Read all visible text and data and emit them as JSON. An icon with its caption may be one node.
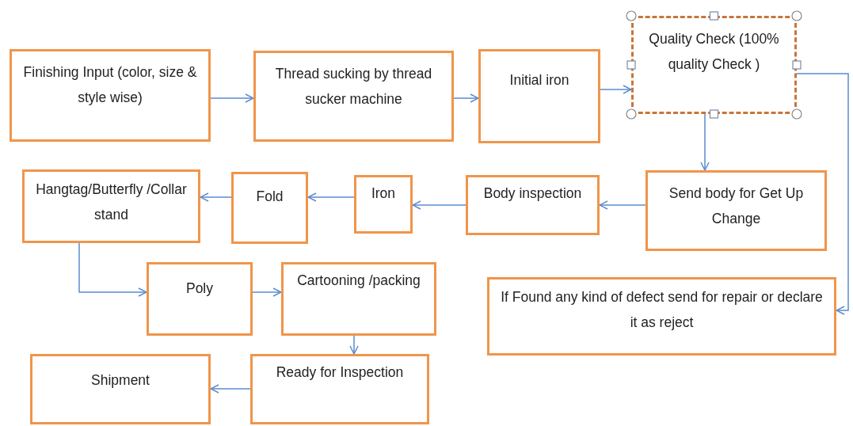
{
  "diagram": {
    "nodes": [
      {
        "text": [
          "Finishing  Input (color, size & style wise)"
        ]
      },
      {
        "text": [
          "Thread sucking by thread sucker machine"
        ]
      },
      {
        "text": [
          "Initial iron"
        ]
      },
      {
        "text": [
          "Quality Check (100% quality Check )"
        ]
      },
      {
        "text": [
          "Send body for Get Up Change"
        ]
      },
      {
        "text": [
          "Body inspection"
        ]
      },
      {
        "text": [
          "Iron"
        ]
      },
      {
        "text": [
          "Fold"
        ]
      },
      {
        "text": [
          "Hangtag/Butterfly /Collar stand"
        ]
      },
      {
        "text": [
          "Poly"
        ]
      },
      {
        "text": [
          "Cartooning /packing"
        ]
      },
      {
        "text": [
          "If Found  any kind of defect send for repair or declare it as reject"
        ]
      },
      {
        "text": [
          "Ready for Inspection"
        ]
      },
      {
        "text": [
          "Shipment"
        ]
      }
    ],
    "edges": [
      {
        "from": 0,
        "to": 1,
        "arrow": "to"
      },
      {
        "from": 1,
        "to": 2,
        "arrow": "to"
      },
      {
        "from": 2,
        "to": 3,
        "arrow": "to"
      },
      {
        "from": 3,
        "to": 4,
        "arrow": "to"
      },
      {
        "from": 4,
        "to": 5,
        "arrow": "to"
      },
      {
        "from": 5,
        "to": 6,
        "arrow": "to"
      },
      {
        "from": 6,
        "to": 7,
        "arrow": "to"
      },
      {
        "from": 7,
        "to": 8,
        "arrow": "to"
      },
      {
        "from": 8,
        "to": 9,
        "arrow": "to"
      },
      {
        "from": 9,
        "to": 10,
        "arrow": "to"
      },
      {
        "from": 10,
        "to": 12,
        "arrow": "to"
      },
      {
        "from": 12,
        "to": 13,
        "arrow": "to"
      },
      {
        "from": 3,
        "to": 11,
        "arrow": "to"
      }
    ]
  }
}
